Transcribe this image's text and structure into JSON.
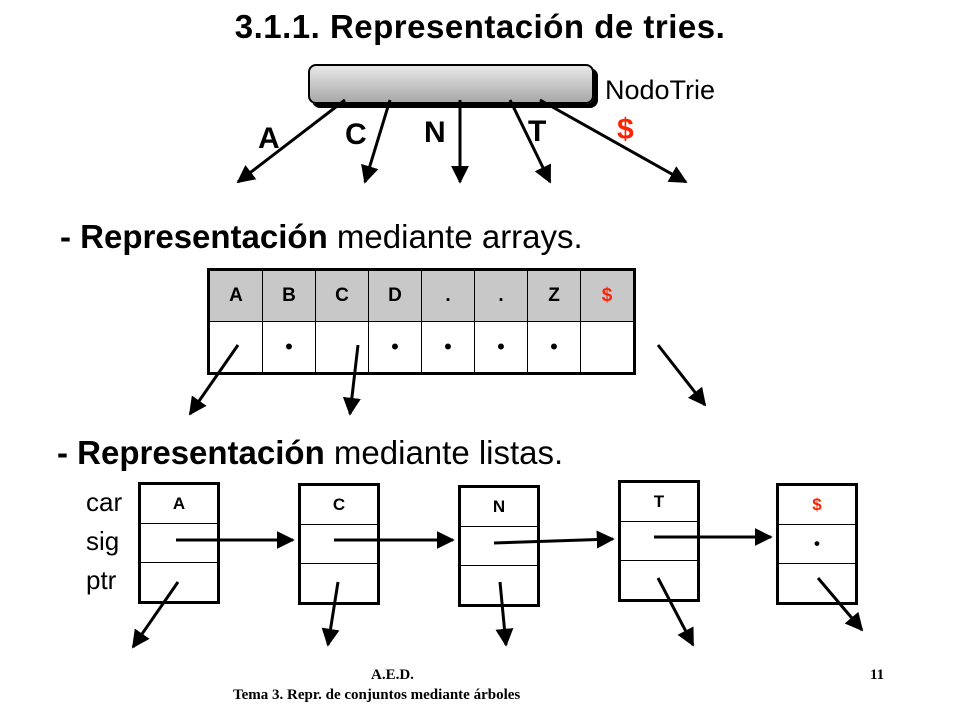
{
  "title": "3.1.1. Representación de tries.",
  "node_label": "NodoTrie",
  "trie_edges": [
    {
      "label": "A",
      "color": "#000000"
    },
    {
      "label": "C",
      "color": "#000000"
    },
    {
      "label": "N",
      "color": "#000000"
    },
    {
      "label": "T",
      "color": "#000000"
    },
    {
      "label": "$",
      "color": "#ff2200"
    }
  ],
  "arrays_heading": {
    "bold": "- Representación",
    "rest": " mediante arrays."
  },
  "array_headers": [
    {
      "label": "A",
      "color": "#000000"
    },
    {
      "label": "B",
      "color": "#000000"
    },
    {
      "label": "C",
      "color": "#000000"
    },
    {
      "label": "D",
      "color": "#000000"
    },
    {
      "label": ".",
      "color": "#000000"
    },
    {
      "label": ".",
      "color": "#000000"
    },
    {
      "label": "Z",
      "color": "#000000"
    },
    {
      "label": "$",
      "color": "#ff2200"
    }
  ],
  "array_cells": [
    "",
    "•",
    "",
    "•",
    "•",
    "•",
    "•",
    ""
  ],
  "lists_heading": {
    "bold": "- Representación",
    "rest": " mediante listas."
  },
  "list_fields": [
    "car",
    "sig",
    "ptr"
  ],
  "list_nodes": [
    {
      "car": "A",
      "color": "#000000",
      "ptr": ""
    },
    {
      "car": "C",
      "color": "#000000",
      "ptr": ""
    },
    {
      "car": "N",
      "color": "#000000",
      "ptr": ""
    },
    {
      "car": "T",
      "color": "#000000",
      "ptr": ""
    },
    {
      "car": "$",
      "color": "#ff2200",
      "ptr": "•"
    }
  ],
  "footer": {
    "left": "A.E.D.",
    "subtitle": "Tema 3. Repr. de conjuntos mediante árboles",
    "page": "11"
  }
}
